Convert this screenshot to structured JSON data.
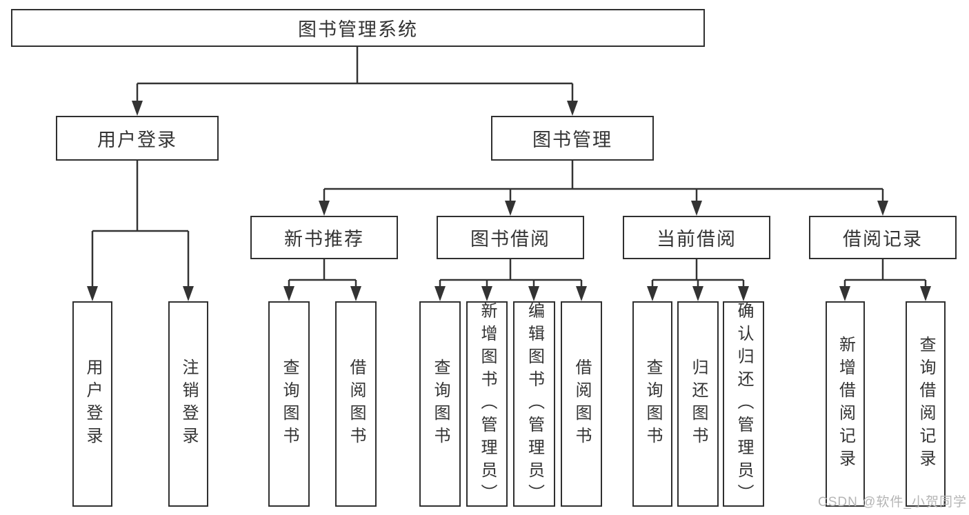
{
  "tree": {
    "root": "图书管理系统",
    "branches": [
      {
        "label": "用户登录",
        "children": [
          "用户登录",
          "注销登录"
        ]
      },
      {
        "label": "图书管理",
        "groups": [
          {
            "label": "新书推荐",
            "children": [
              "查询图书",
              "借阅图书"
            ]
          },
          {
            "label": "图书借阅",
            "children": [
              "查询图书",
              "新增图书（管理员）",
              "编辑图书（管理员）",
              "借阅图书"
            ]
          },
          {
            "label": "当前借阅",
            "children": [
              "查询图书",
              "归还图书",
              "确认归还（管理员）"
            ]
          },
          {
            "label": "借阅记录",
            "children": [
              "新增借阅记录",
              "查询借阅记录"
            ]
          }
        ]
      }
    ]
  },
  "watermark": "CSDN @软件_小贺同学",
  "colors": {
    "line": "#333333",
    "box_border": "#2f2f2f",
    "text": "#333333",
    "watermark": "#b5b5b5",
    "background": "#ffffff"
  }
}
